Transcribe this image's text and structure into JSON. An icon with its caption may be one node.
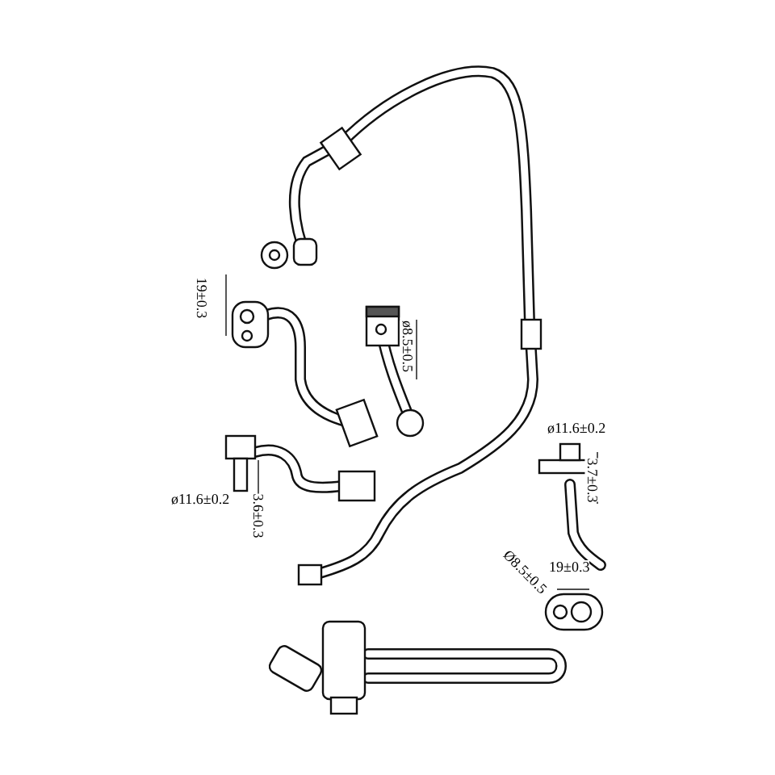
{
  "diagram": {
    "labels": [
      "19±0.3",
      "ø8.5±0.5",
      "ø11.6±0.2",
      "3.6±0.3",
      "ø11.6±0.2",
      "3.7±0.3",
      "Ø8.5±0.5",
      "19±0.3"
    ]
  }
}
